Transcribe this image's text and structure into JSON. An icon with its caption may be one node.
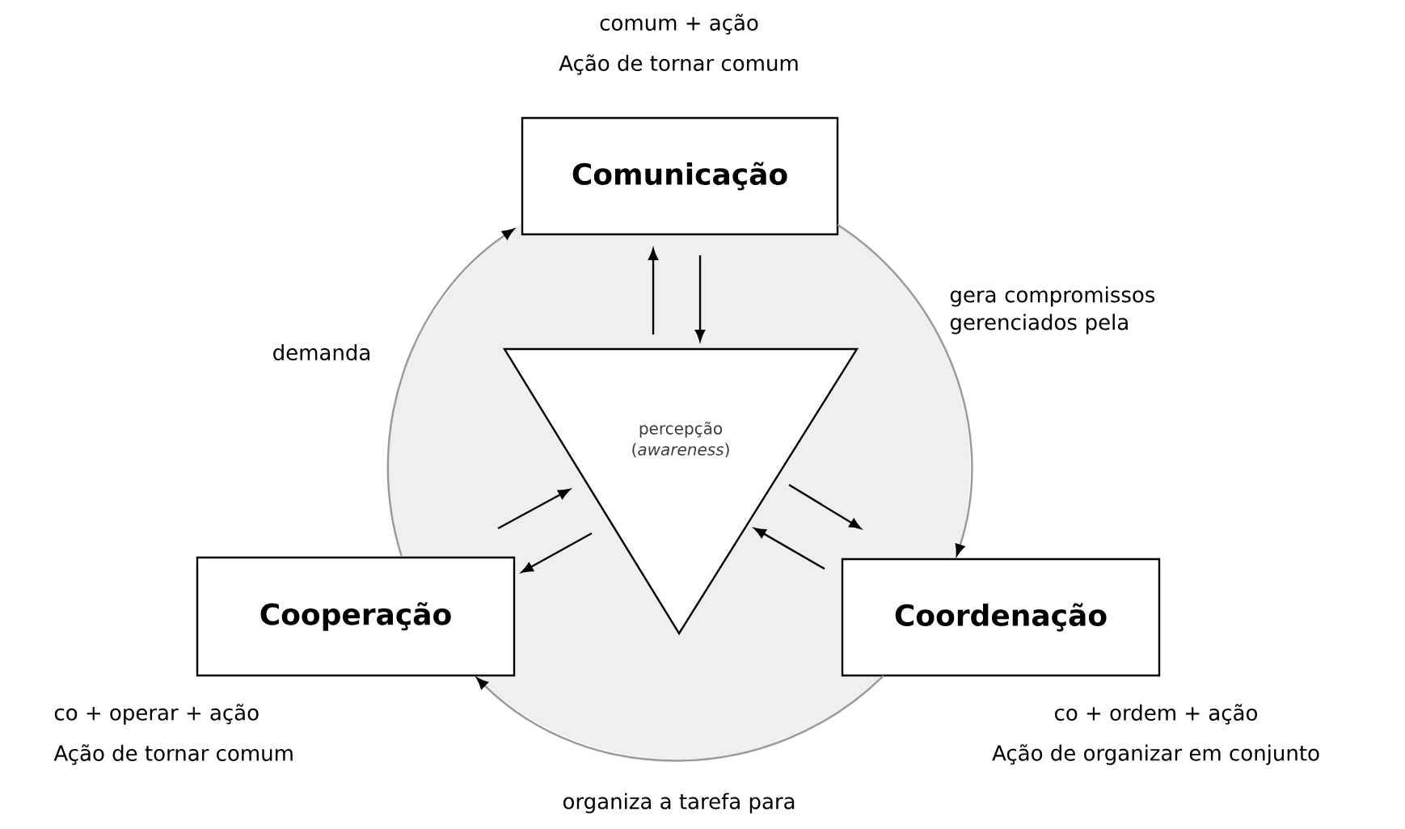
{
  "diagram": {
    "nodes": [
      {
        "text": [
          "Comunicação"
        ],
        "beside": [
          "comum + ação",
          "Ação de tornar comum"
        ]
      },
      {
        "text": [
          "Coordenação"
        ],
        "beside": [
          "co + ordem + ação",
          "Ação de organizar em conjunto"
        ]
      },
      {
        "text": [
          "Cooperação"
        ],
        "beside": [
          "co + operar + ação",
          "Ação de tornar comum"
        ]
      },
      {
        "text": [
          "percepção (*awareness*)"
        ]
      }
    ],
    "edges": [
      {
        "from": 2,
        "to": 0,
        "arrow": "to",
        "label": "demanda",
        "color": "#999999"
      },
      {
        "from": 0,
        "to": 1,
        "arrow": "to",
        "label": "gera compromissos gerenciados pela",
        "color": "#999999"
      },
      {
        "from": 1,
        "to": 2,
        "arrow": "to",
        "label": "organiza a tarefa para",
        "color": "#999999"
      },
      {
        "from": 3,
        "to": 0,
        "arrow": "to"
      },
      {
        "from": 0,
        "to": 3,
        "arrow": "to"
      },
      {
        "from": 2,
        "to": 3,
        "arrow": "to"
      },
      {
        "from": 3,
        "to": 2,
        "arrow": "to"
      },
      {
        "from": 3,
        "to": 1,
        "arrow": "to"
      },
      {
        "from": 1,
        "to": 3,
        "arrow": "to"
      }
    ]
  }
}
